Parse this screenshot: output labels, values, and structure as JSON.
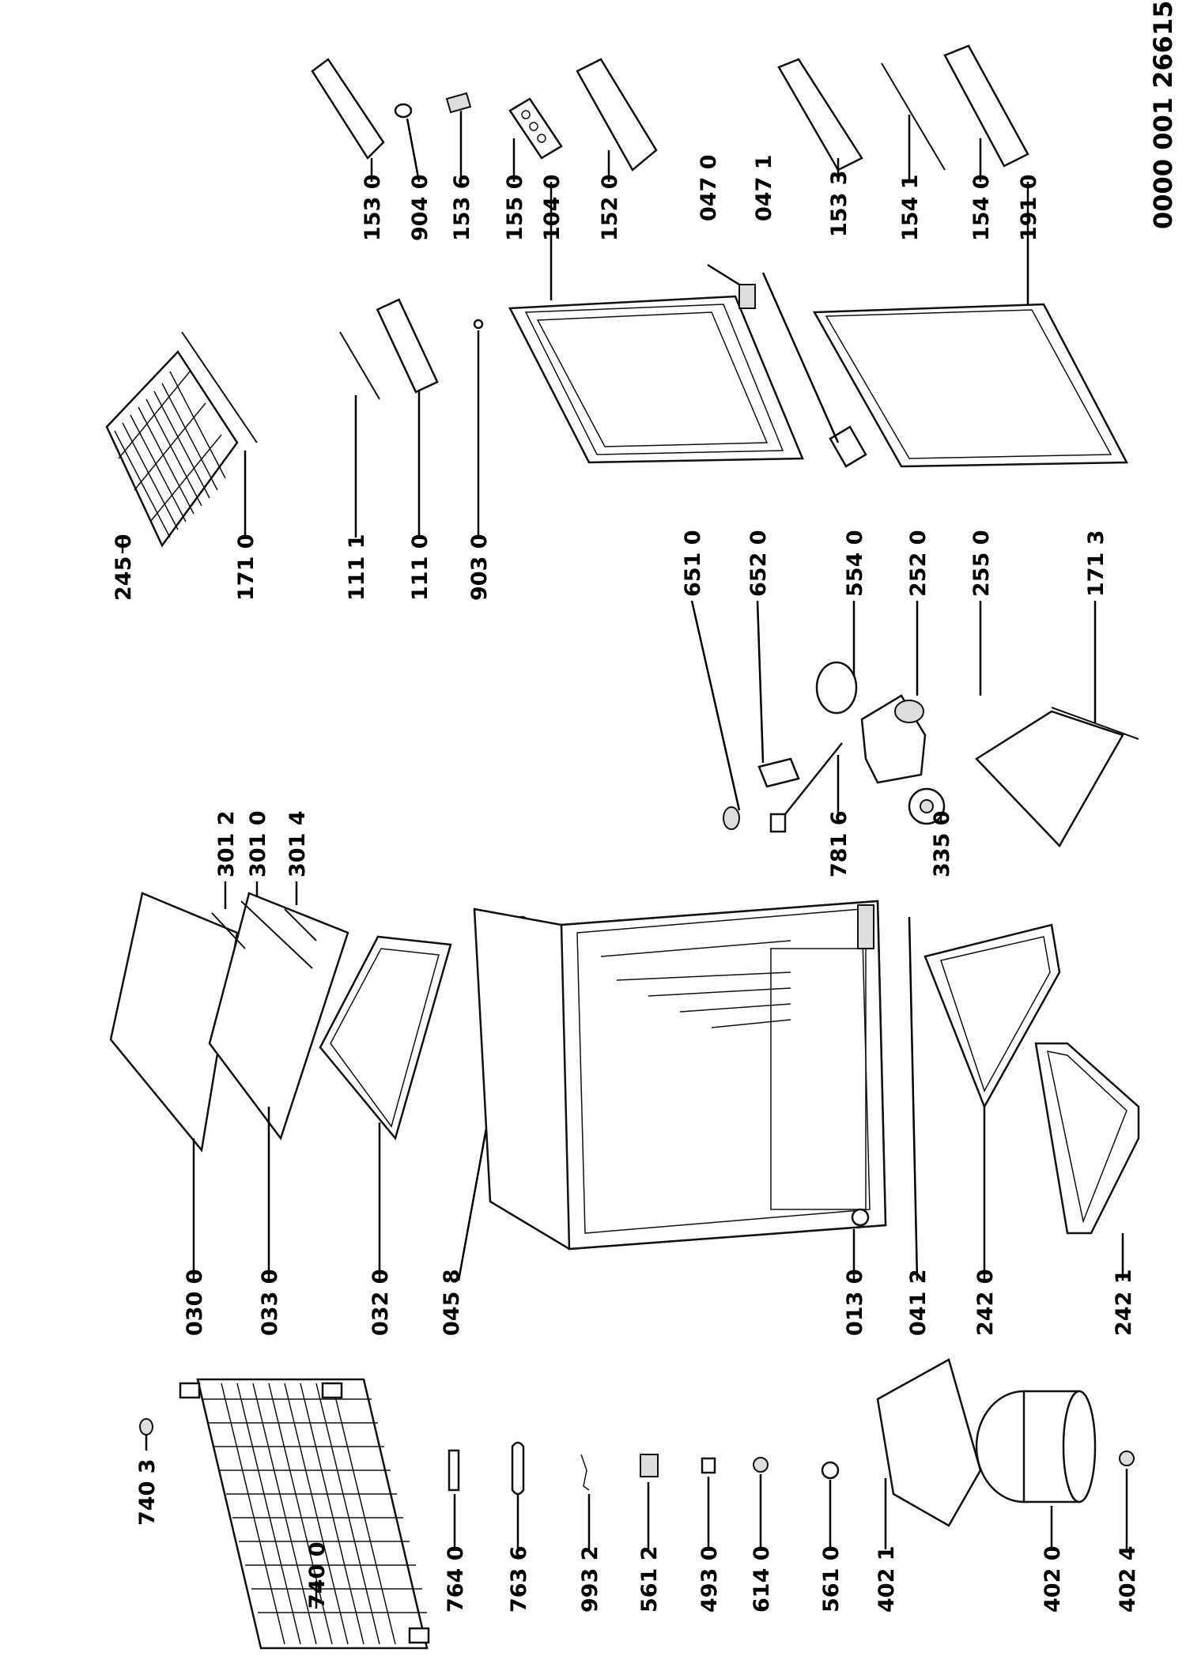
{
  "document_number": "0000 001 26615",
  "parts": [
    {
      "id": "p7403",
      "label": "740 3",
      "shape": "cap-icon"
    },
    {
      "id": "p7400",
      "label": "740 0",
      "shape": "condenser-coil-icon"
    },
    {
      "id": "p7640",
      "label": "764 0",
      "shape": "filter-drier-icon"
    },
    {
      "id": "p7636",
      "label": "763 6",
      "shape": "tube-loop-icon"
    },
    {
      "id": "p9932",
      "label": "993 2",
      "shape": "sensor-wire-icon"
    },
    {
      "id": "p5612",
      "label": "561 2",
      "shape": "relay-icon"
    },
    {
      "id": "p4930",
      "label": "493 0",
      "shape": "clip-icon"
    },
    {
      "id": "p6140",
      "label": "614 0",
      "shape": "grommet-icon"
    },
    {
      "id": "p5610",
      "label": "561 0",
      "shape": "thermal-protector-icon"
    },
    {
      "id": "p4021",
      "label": "402 1",
      "shape": "compressor-base-icon"
    },
    {
      "id": "p4020",
      "label": "402 0",
      "shape": "compressor-icon"
    },
    {
      "id": "p4024",
      "label": "402 4",
      "shape": "foot-icon"
    },
    {
      "id": "p0300",
      "label": "030 0",
      "shape": "glass-shelf-icon"
    },
    {
      "id": "p0330",
      "label": "033 0",
      "shape": "shelf-icon"
    },
    {
      "id": "p0320",
      "label": "032 0",
      "shape": "framed-shelf-icon"
    },
    {
      "id": "p0458",
      "label": "045 8",
      "shape": "screw-icon"
    },
    {
      "id": "p0130",
      "label": "013 0",
      "shape": "adjustable-foot-icon"
    },
    {
      "id": "p0412",
      "label": "041 2",
      "shape": "hinge-icon"
    },
    {
      "id": "p2420",
      "label": "242 0",
      "shape": "crisper-drawer-icon"
    },
    {
      "id": "p2421",
      "label": "242 1",
      "shape": "crisper-drawer-icon"
    },
    {
      "id": "p3012",
      "label": "301 2",
      "shape": "trim-strip-icon"
    },
    {
      "id": "p3010",
      "label": "301 0",
      "shape": "trim-strip-icon"
    },
    {
      "id": "p3014",
      "label": "301 4",
      "shape": "trim-strip-icon"
    },
    {
      "id": "p6510",
      "label": "651 0",
      "shape": "lamp-icon"
    },
    {
      "id": "p6520",
      "label": "652 0",
      "shape": "lamp-holder-icon"
    },
    {
      "id": "p5540",
      "label": "554 0",
      "shape": "thermostat-knob-icon"
    },
    {
      "id": "p2520",
      "label": "252 0",
      "shape": "thermostat-housing-icon"
    },
    {
      "id": "p7816",
      "label": "781 6",
      "shape": "capillary-icon"
    },
    {
      "id": "p3350",
      "label": "335 0",
      "shape": "knob-icon"
    },
    {
      "id": "p2550",
      "label": "255 0",
      "shape": "glass-shelf-icon"
    },
    {
      "id": "p1713",
      "label": "171 3",
      "shape": "shelf-trim-icon"
    },
    {
      "id": "p2450",
      "label": "245 0",
      "shape": "wire-shelf-icon"
    },
    {
      "id": "p1710",
      "label": "171 0",
      "shape": "shelf-trim-icon"
    },
    {
      "id": "p1111",
      "label": "111 1",
      "shape": "handle-insert-icon"
    },
    {
      "id": "p1110",
      "label": "111 0",
      "shape": "handle-icon"
    },
    {
      "id": "p9030",
      "label": "903 0",
      "shape": "screw-icon"
    },
    {
      "id": "p1530",
      "label": "153 0",
      "shape": "door-shelf-icon"
    },
    {
      "id": "p9040",
      "label": "904 0",
      "shape": "washer-icon"
    },
    {
      "id": "p1536",
      "label": "153 6",
      "shape": "bracket-icon"
    },
    {
      "id": "p1550",
      "label": "155 0",
      "shape": "egg-tray-icon"
    },
    {
      "id": "p1040",
      "label": "104 0",
      "shape": "door-icon"
    },
    {
      "id": "p1520",
      "label": "152 0",
      "shape": "door-balcony-icon"
    },
    {
      "id": "p0470",
      "label": "047 0",
      "shape": "hinge-pin-icon"
    },
    {
      "id": "p0471",
      "label": "047 1",
      "shape": "hinge-icon"
    },
    {
      "id": "p1533",
      "label": "153 3",
      "shape": "door-balcony-icon"
    },
    {
      "id": "p1541",
      "label": "154 1",
      "shape": "bottle-retainer-icon"
    },
    {
      "id": "p1540",
      "label": "154 0",
      "shape": "door-balcony-icon"
    },
    {
      "id": "p1910",
      "label": "191 0",
      "shape": "door-gasket-icon"
    }
  ]
}
